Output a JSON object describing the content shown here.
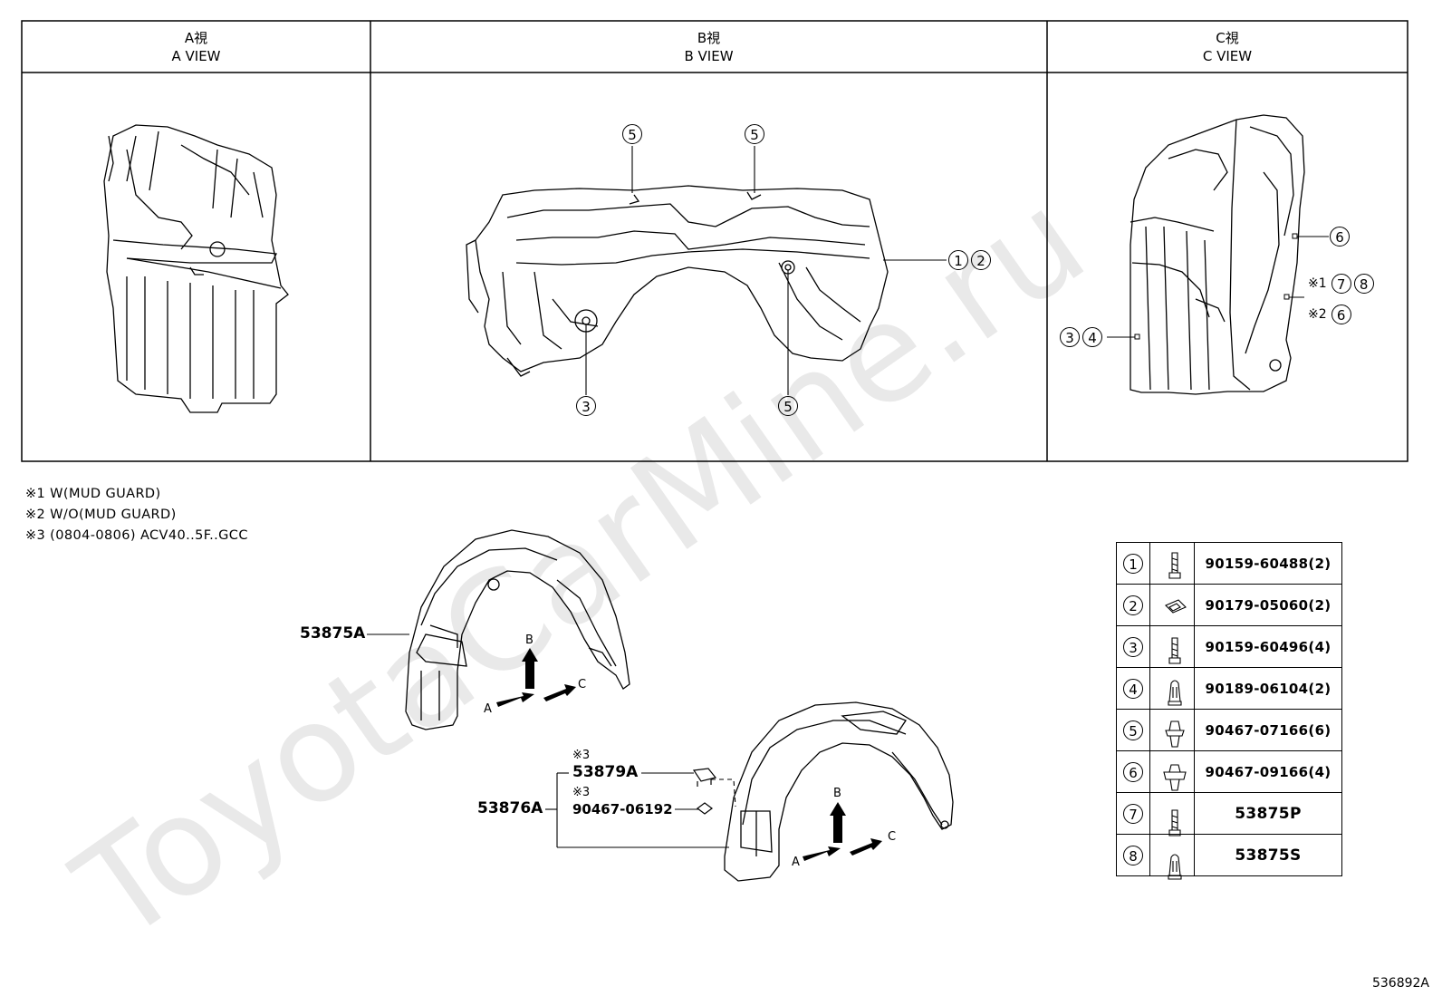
{
  "views": [
    {
      "jp": "A視",
      "en": "A VIEW"
    },
    {
      "jp": "B視",
      "en": "B VIEW"
    },
    {
      "jp": "C視",
      "en": "C VIEW"
    }
  ],
  "notes": [
    "※1 W(MUD GUARD)",
    "※2 W/O(MUD GUARD)",
    "※3 (0804-0806) ACV40..5F..GCC"
  ],
  "callouts": {
    "b_top_left": "5",
    "b_top_right": "5",
    "b_right_1": "1",
    "b_right_2": "2",
    "b_bottom_left": "3",
    "b_bottom_right": "5",
    "c_right_top": "6",
    "c_mark1": "※1",
    "c_mark1_a": "7",
    "c_mark1_b": "8",
    "c_mark2": "※2",
    "c_mark2_a": "6",
    "c_left_a": "3",
    "c_left_b": "4"
  },
  "labels": {
    "part_53875A": "53875A",
    "part_53876A": "53876A",
    "part_53879A": "53879A",
    "part_9046706192": "90467-06192",
    "mark3_a": "※3",
    "mark3_b": "※3",
    "arrow_a1": "A",
    "arrow_b1": "B",
    "arrow_c1": "C",
    "arrow_a2": "A",
    "arrow_b2": "B",
    "arrow_c2": "C"
  },
  "parts_table": [
    {
      "num": "1",
      "icon": "bolt-icon",
      "part": "90159-60488(2)"
    },
    {
      "num": "2",
      "icon": "clip-icon",
      "part": "90179-05060(2)"
    },
    {
      "num": "3",
      "icon": "bolt-icon",
      "part": "90159-60496(4)"
    },
    {
      "num": "4",
      "icon": "screw-grommet-icon",
      "part": "90189-06104(2)"
    },
    {
      "num": "5",
      "icon": "push-clip-icon",
      "part": "90467-07166(6)"
    },
    {
      "num": "6",
      "icon": "push-clip-large-icon",
      "part": "90467-09166(4)"
    },
    {
      "num": "7",
      "icon": "bolt-icon",
      "part": "53875P"
    },
    {
      "num": "8",
      "icon": "screw-grommet-icon",
      "part": "53875S"
    }
  ],
  "diagram_id": "536892A",
  "watermark": "ToyotaCarMine.ru"
}
